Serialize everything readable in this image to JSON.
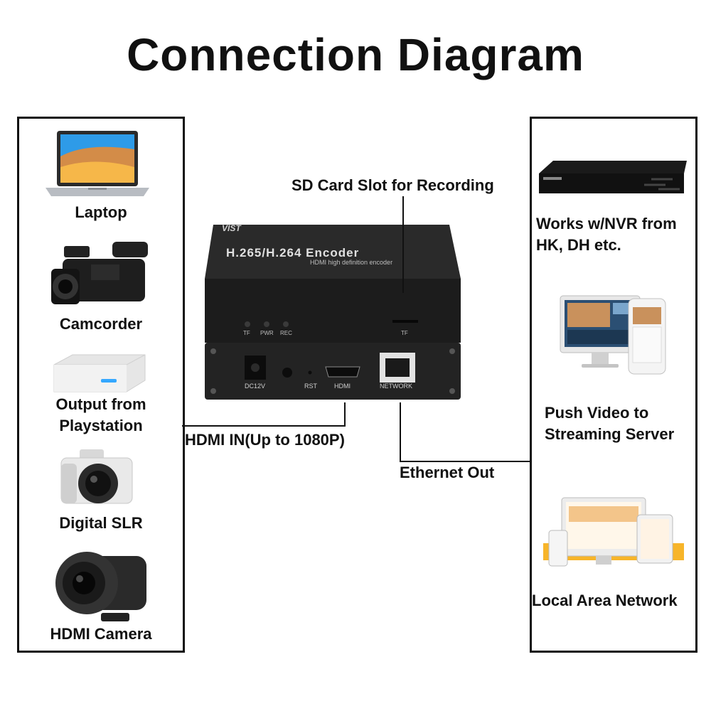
{
  "title": "Connection Diagram",
  "sources": [
    {
      "label": "Laptop",
      "icon": "laptop-icon"
    },
    {
      "label": "Camcorder",
      "icon": "camcorder-icon"
    },
    {
      "label": "Output from\nPlaystation",
      "icon": "playstation-console-icon"
    },
    {
      "label": "Digital SLR",
      "icon": "dslr-camera-icon"
    },
    {
      "label": "HDMI Camera",
      "icon": "hdmi-camera-icon"
    }
  ],
  "outputs": [
    {
      "label": "Works w/NVR from\nHK, DH etc.",
      "icon": "nvr-recorder-icon"
    },
    {
      "label": "Push Video to\nStreaming Server",
      "icon": "streaming-monitor-icon"
    },
    {
      "label": "Local Area Network",
      "icon": "lan-devices-icon"
    }
  ],
  "callouts": {
    "sd_card": "SD Card Slot for Recording",
    "hdmi_in": "HDMI IN(Up to 1080P)",
    "ethernet_out": "Ethernet Out"
  },
  "encoder": {
    "brand": "VIST",
    "model": "H.265/H.264 Encoder",
    "subtitle": "HDMI high definition encoder",
    "leds": [
      "TF",
      "PWR",
      "REC"
    ],
    "tf_slot": "TF",
    "ports": [
      "DC12V",
      "RST",
      "HDMI",
      "NETWORK"
    ]
  },
  "colors": {
    "line": "#111111",
    "device_body": "#1c1c1c",
    "device_label": "#cfcfcf"
  }
}
